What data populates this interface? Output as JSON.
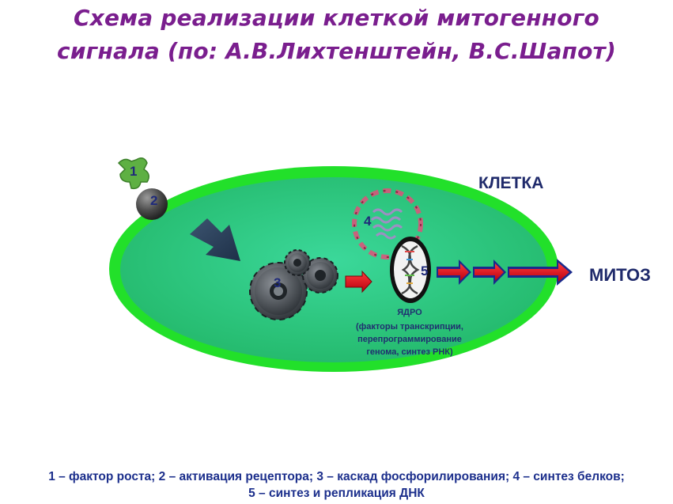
{
  "title": {
    "line1": "Схема реализации клеткой митогенного",
    "line2": "сигнала (по: А.В.Лихтенштейн, В.С.Шапот)"
  },
  "labels": {
    "cell": "КЛЕТКА",
    "mitosis": "МИТОЗ",
    "nucleus_line1": "ЯДРО",
    "nucleus_line2": "(факторы транскрипции,",
    "nucleus_line3": "перепрограммирование",
    "nucleus_line4": "генома, синтез РНК)"
  },
  "markers": {
    "growth_factor": "1",
    "receptor": "2",
    "cascade": "3",
    "protein_synthesis": "4",
    "dna": "5"
  },
  "caption": {
    "line1": "1 – фактор роста; 2 – активация рецептора; 3 – каскад фосфорилирования; 4 – синтез белков;",
    "line2": "5 – синтез и репликация ДНК"
  },
  "colors": {
    "title": "#7a1e8e",
    "cell_membrane": "#22e02a",
    "cytoplasm": "#2fc77e",
    "arrow_red": "#e0101c",
    "arrow_blue": "#1a2a8c",
    "caption": "#1c2f8c"
  }
}
